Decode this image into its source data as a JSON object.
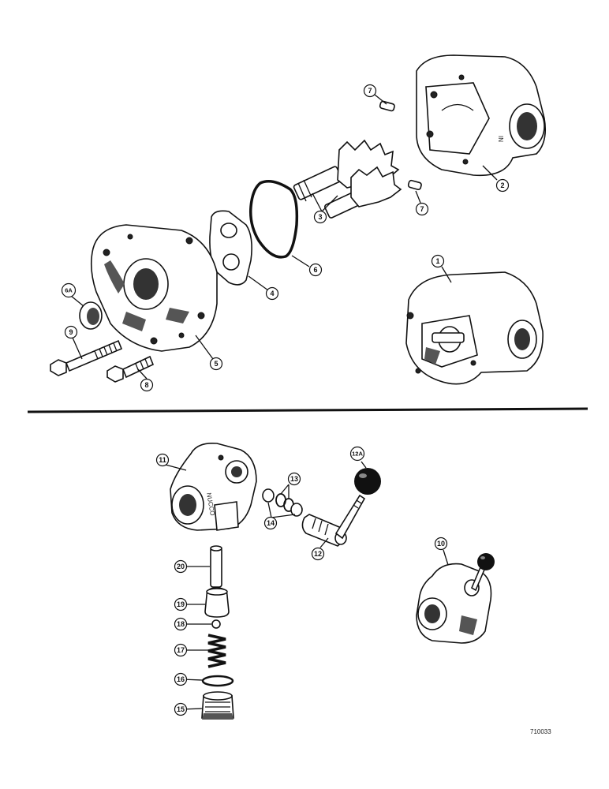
{
  "callouts": {
    "c1": "1",
    "c2": "2",
    "c3": "3",
    "c4": "4",
    "c5": "5",
    "c6": "6",
    "c6a": "6A",
    "c7a": "7",
    "c7b": "7",
    "c8": "8",
    "c9": "9",
    "c10": "10",
    "c11": "11",
    "c12": "12",
    "c12a": "12A",
    "c13": "13",
    "c14": "14",
    "c15": "15",
    "c16": "16",
    "c17": "17",
    "c18": "18",
    "c19": "19",
    "c20": "20"
  },
  "housing_marks": {
    "in_mark": "IN",
    "nucco_mark": "NUCCO"
  },
  "figure_code": "710033"
}
